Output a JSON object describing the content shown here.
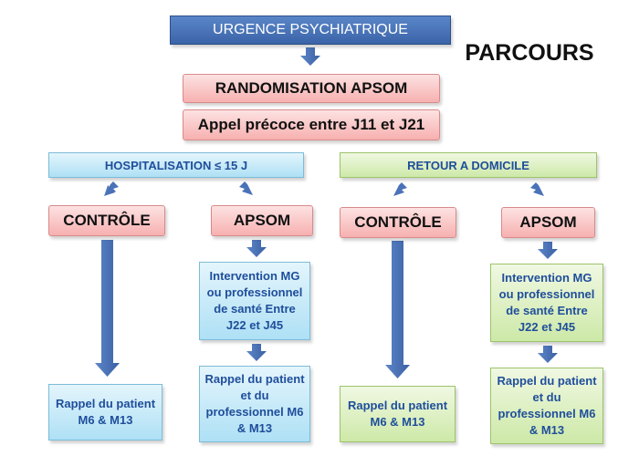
{
  "header": {
    "urgence": "URGENCE PSYCHIATRIQUE",
    "title": "PARCOURS"
  },
  "randomisation": "RANDOMISATION APSOM",
  "appel": "Appel précoce entre J11 et J21",
  "branches": {
    "hospitalisation": {
      "label": "HOSPITALISATION ≤ 15 J",
      "controle": "CONTRÔLE",
      "apsom": "APSOM",
      "intervention": "Intervention MG ou professionnel de santé Entre J22 et J45",
      "rappel_controle": "Rappel du patient M6 & M13",
      "rappel_apsom": "Rappel du patient et du professionnel M6 & M13"
    },
    "domicile": {
      "label": "RETOUR A DOMICILE",
      "controle": "CONTRÔLE",
      "apsom": "APSOM",
      "intervention": "Intervention MG ou professionnel de santé Entre J22 et J45",
      "rappel_controle": "Rappel du patient M6 & M13",
      "rappel_apsom": "Rappel du patient et du professionnel M6 & M13"
    }
  },
  "colors": {
    "header_blue": "#4a77bd",
    "pink": "#f7b0b0",
    "light_blue": "#aee0f5",
    "light_green": "#cde9a8",
    "arrow": "#4a72b8",
    "text_blue": "#1f4e9b"
  }
}
